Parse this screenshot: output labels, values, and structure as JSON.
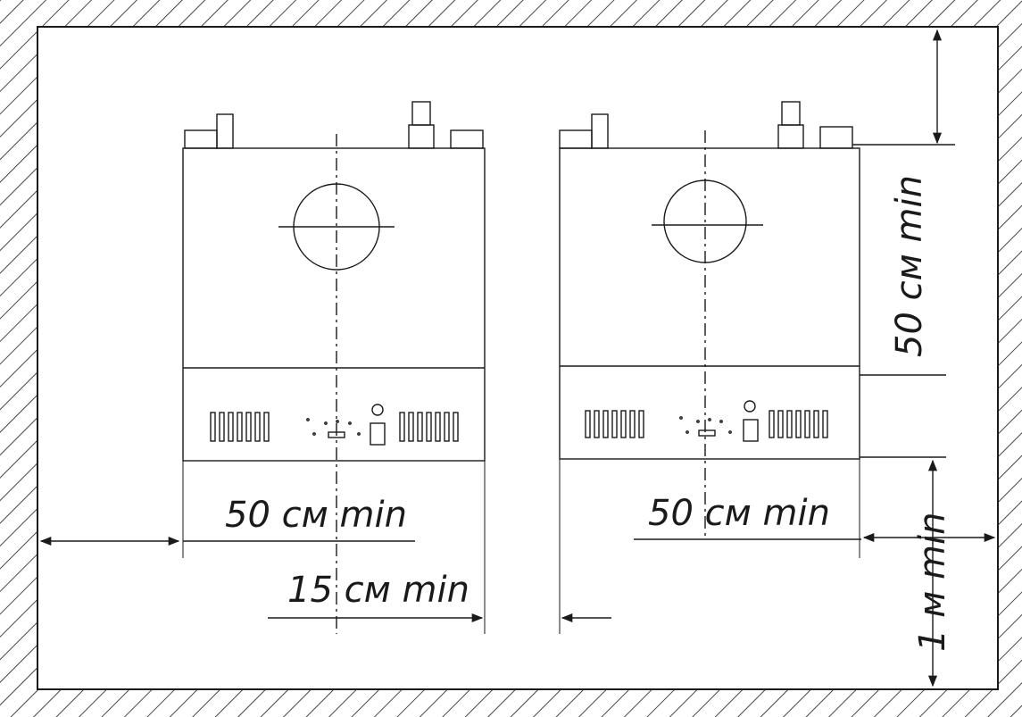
{
  "labels": {
    "left_side_clearance": "50 см min",
    "right_side_clearance": "50 см min",
    "between_units": "15 см min",
    "top_clearance": "50 см min",
    "front_clearance": "1 м min"
  },
  "colors": {
    "line": "#1a1a1a",
    "background": "#ffffff",
    "paper": "#fafafa"
  }
}
